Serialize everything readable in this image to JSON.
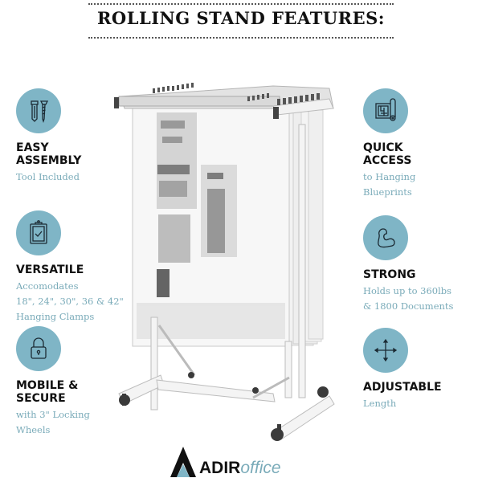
{
  "header": {
    "title": "ROLLING STAND FEATURES:"
  },
  "colors": {
    "accent_circle": "#7fb5c6",
    "accent_text": "#7aabb9",
    "heading_text": "#111111"
  },
  "features_left": [
    {
      "icon": "screw-anchor-icon",
      "title_line1": "EASY",
      "title_line2": "ASSEMBLY",
      "subtitle_lines": [
        "Tool Included"
      ]
    },
    {
      "icon": "clipboard-check-icon",
      "title_line1": "VERSATILE",
      "title_line2": "",
      "subtitle_lines": [
        "Accomodates",
        "18\", 24\", 30\", 36 & 42\"",
        "Hanging Clamps"
      ]
    },
    {
      "icon": "padlock-icon",
      "title_line1": "MOBILE &",
      "title_line2": "SECURE",
      "subtitle_lines": [
        "with 3\" Locking",
        "Wheels"
      ]
    }
  ],
  "features_right": [
    {
      "icon": "blueprint-roll-icon",
      "title_line1": "QUICK",
      "title_line2": "ACCESS",
      "subtitle_lines": [
        "to Hanging",
        "Blueprints"
      ]
    },
    {
      "icon": "flexed-arm-icon",
      "title_line1": "STRONG",
      "title_line2": "",
      "subtitle_lines": [
        "Holds up to 360lbs",
        "& 1800 Documents"
      ]
    },
    {
      "icon": "four-way-arrows-icon",
      "title_line1": "ADJUSTABLE",
      "title_line2": "",
      "subtitle_lines": [
        "Length"
      ]
    }
  ],
  "product": {
    "name": "rolling-blueprint-stand-image"
  },
  "logo": {
    "bold": "ADIR",
    "light": "office"
  }
}
